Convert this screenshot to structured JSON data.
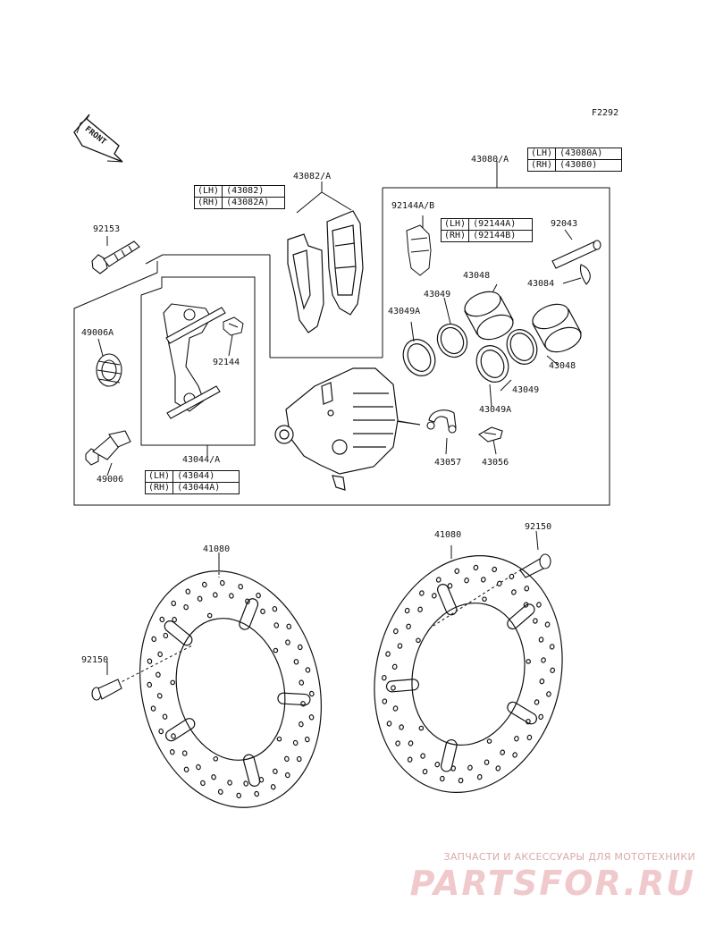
{
  "figure_id": "F2292",
  "front_label": "FRONT",
  "labels": {
    "p43080A": "43080/A",
    "p43082A": "43082/A",
    "p92153": "92153",
    "p92144AB": "92144A/B",
    "p92043": "92043",
    "p43048_top": "43048",
    "p43084": "43084",
    "p43049_top": "43049",
    "p43049A_top": "43049A",
    "p49006A": "49006A",
    "p92144": "92144",
    "p43048_bot": "43048",
    "p43049_bot": "43049",
    "p43049A_bot": "43049A",
    "p43057": "43057",
    "p43056": "43056",
    "p43044A": "43044/A",
    "p49006": "49006",
    "p41080_left": "41080",
    "p41080_right": "41080",
    "p92150_right": "92150",
    "p92150_left": "92150"
  },
  "tables": {
    "t43080": [
      {
        "side": "(LH)",
        "part": "(43080A)"
      },
      {
        "side": "(RH)",
        "part": "(43080)"
      }
    ],
    "t43082": [
      {
        "side": "(LH)",
        "part": "(43082)"
      },
      {
        "side": "(RH)",
        "part": "(43082A)"
      }
    ],
    "t92144": [
      {
        "side": "(LH)",
        "part": "(92144A)"
      },
      {
        "side": "(RH)",
        "part": "(92144B)"
      }
    ],
    "t43044": [
      {
        "side": "(LH)",
        "part": "(43044)"
      },
      {
        "side": "(RH)",
        "part": "(43044A)"
      }
    ]
  },
  "watermark": {
    "line1": "ЗАПЧАСТИ И АКСЕССУАРЫ ДЛЯ МОТОТЕХНИКИ",
    "line2": "PARTSFOR.RU"
  }
}
